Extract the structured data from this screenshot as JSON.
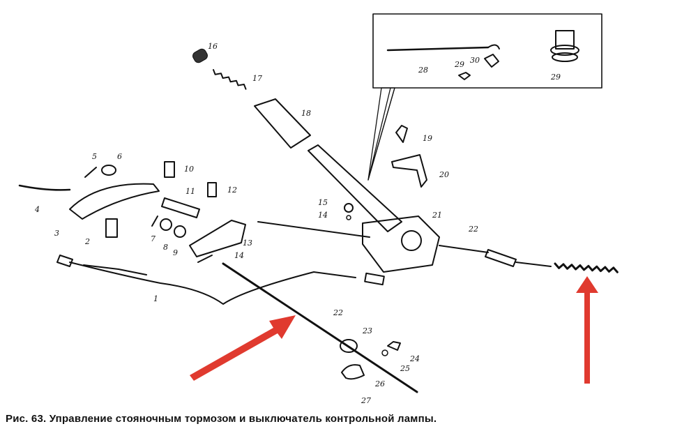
{
  "caption": "Рис. 63. Управление стояночным тормозом и выключатель контрольной лампы.",
  "part_labels": [
    "1",
    "2",
    "3",
    "4",
    "5",
    "6",
    "7",
    "8",
    "9",
    "10",
    "11",
    "12",
    "13",
    "14",
    "14",
    "15",
    "16",
    "17",
    "18",
    "19",
    "20",
    "21",
    "22",
    "22",
    "23",
    "24",
    "25",
    "26",
    "27",
    "28",
    "29",
    "29",
    "30"
  ],
  "colors": {
    "ink": "#111111",
    "arrow": "#e03a2f",
    "background": "#ffffff"
  },
  "icons": [
    "red-arrow-left",
    "red-arrow-right"
  ]
}
